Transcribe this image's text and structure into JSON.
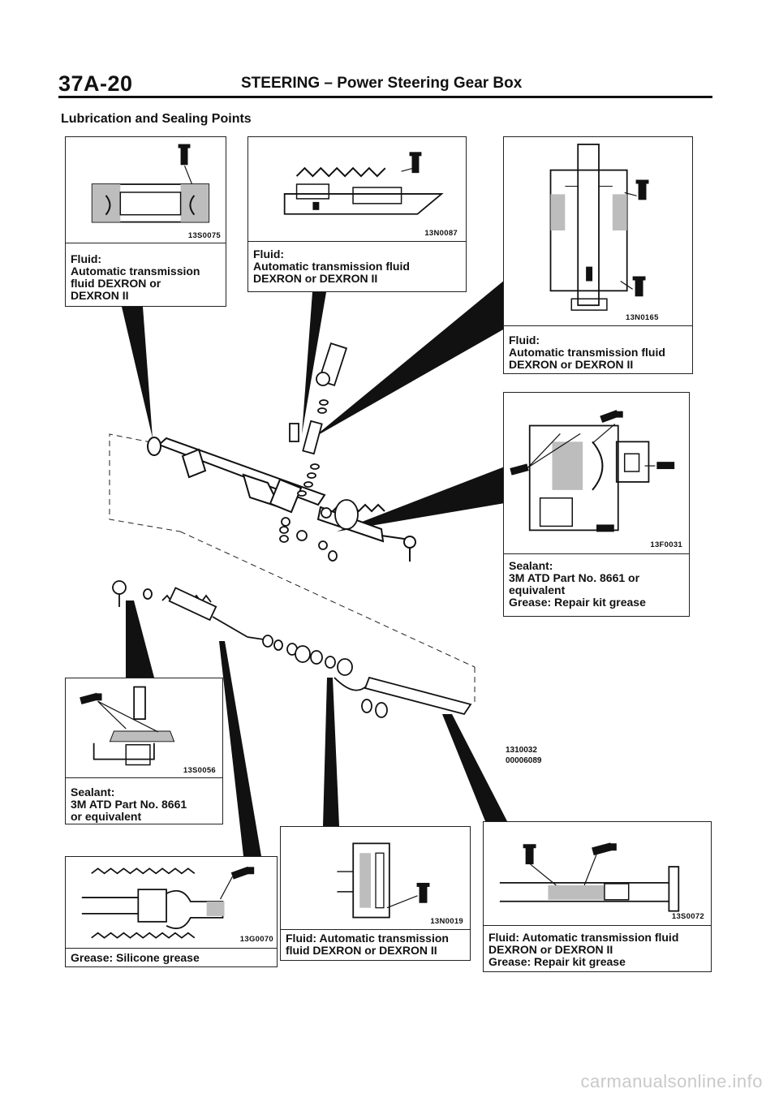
{
  "header": {
    "page_number": "37A-20",
    "title": "STEERING – Power Steering Gear Box"
  },
  "section_title": "Lubrication and Sealing Points",
  "callouts": [
    {
      "code": "13S0075",
      "caption": "Fluid:\nAutomatic  transmission\nfluid DEXRON or\nDEXRON II"
    },
    {
      "code": "13N0087",
      "caption": "Fluid:\nAutomatic transmission fluid\nDEXRON or DEXRON II"
    },
    {
      "code": "13N0165",
      "caption": "Fluid:\nAutomatic transmission fluid\nDEXRON or DEXRON II"
    },
    {
      "code": "13F0031",
      "caption": "Sealant:\n3M ATD Part No. 8661 or\nequivalent\nGrease: Repair kit grease"
    },
    {
      "code": "13S0056",
      "caption": "Sealant:\n3M ATD Part No. 8661\nor equivalent"
    },
    {
      "code": "13G0070",
      "caption": "Grease: Silicone grease"
    },
    {
      "code": "13N0019",
      "caption": "Fluid: Automatic transmission\nfluid DEXRON or DEXRON II"
    },
    {
      "code": "13S0072",
      "caption": "Fluid: Automatic transmission fluid\nDEXRON or DEXRON II\nGrease: Repair kit grease"
    }
  ],
  "exploded_view_codes": [
    "1310032",
    "00006089"
  ],
  "watermark": "carmanualsonline.info",
  "icons": [
    "oil-can-icon",
    "grease-gun-icon"
  ]
}
